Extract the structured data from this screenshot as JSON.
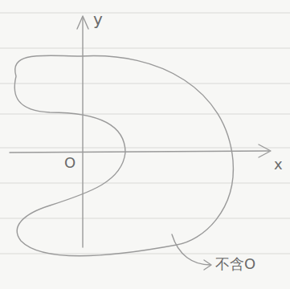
{
  "diagram": {
    "labels": [
      "y",
      "x",
      "O",
      "不含O"
    ]
  }
}
